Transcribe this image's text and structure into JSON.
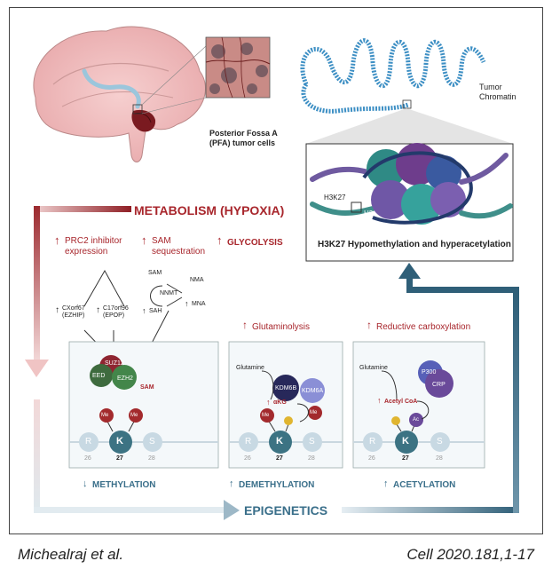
{
  "top": {
    "pfa_title_line1": "Posterior Fossa A",
    "pfa_title_line2": "(PFA) tumor cells",
    "tumor_chromatin_line1": "Tumor",
    "tumor_chromatin_line2": "Chromatin"
  },
  "nucleosome": {
    "h3k27_label": "H3K27",
    "h3_label": "H3",
    "caption": "H3K27 Hypomethylation and hyperacetylation"
  },
  "metabolism": {
    "title": "METABOLISM (HYPOXIA)",
    "prc2_line1": "PRC2 inhibitor",
    "prc2_line2": "expression",
    "sam_line1": "SAM",
    "sam_line2": "sequestration",
    "glycolysis": "GLYCOLYSIS",
    "cxorf67_line1": "CXorf67",
    "cxorf67_line2": "(EZHIP)",
    "c17orf96_line1": "C17orf96",
    "c17orf96_line2": "(EPOP)",
    "cycle_sam": "SAM",
    "cycle_nma": "NMA",
    "cycle_nnmt": "NNMT",
    "cycle_sah": "SAH",
    "cycle_mna": "MNA"
  },
  "panel1": {
    "suz12": "SUZ12",
    "eed": "EED",
    "ezh2": "EZH2",
    "sam": "SAM",
    "footer": "METHYLATION"
  },
  "panel2": {
    "header": "Glutaminolysis",
    "glutamine": "Glutamine",
    "kdm6b": "KDM6B",
    "kdm6a": "KDM6A",
    "akg": "αKG",
    "footer": "DEMETHYLATION"
  },
  "panel3": {
    "header": "Reductive carboxylation",
    "glutamine": "Glutamine",
    "p300": "P300",
    "crp": "CRP",
    "acetyl_coa": "Acetyl CoA",
    "ac": "Ac",
    "footer": "ACETYLATION"
  },
  "residues": {
    "r": "R",
    "k": "K",
    "s": "S",
    "n26": "26",
    "n27": "27",
    "n28": "28",
    "me": "Me"
  },
  "epigenetics": "EPIGENETICS",
  "arrows": {
    "up": "↑",
    "down": "↓"
  },
  "footer": {
    "authors": "Michealraj et al.",
    "citation": "Cell 2020.181,1-17"
  },
  "colors": {
    "red_accent": "#a8262c",
    "teal_accent": "#3a6f8a",
    "light_blue": "#cfdfe8"
  }
}
